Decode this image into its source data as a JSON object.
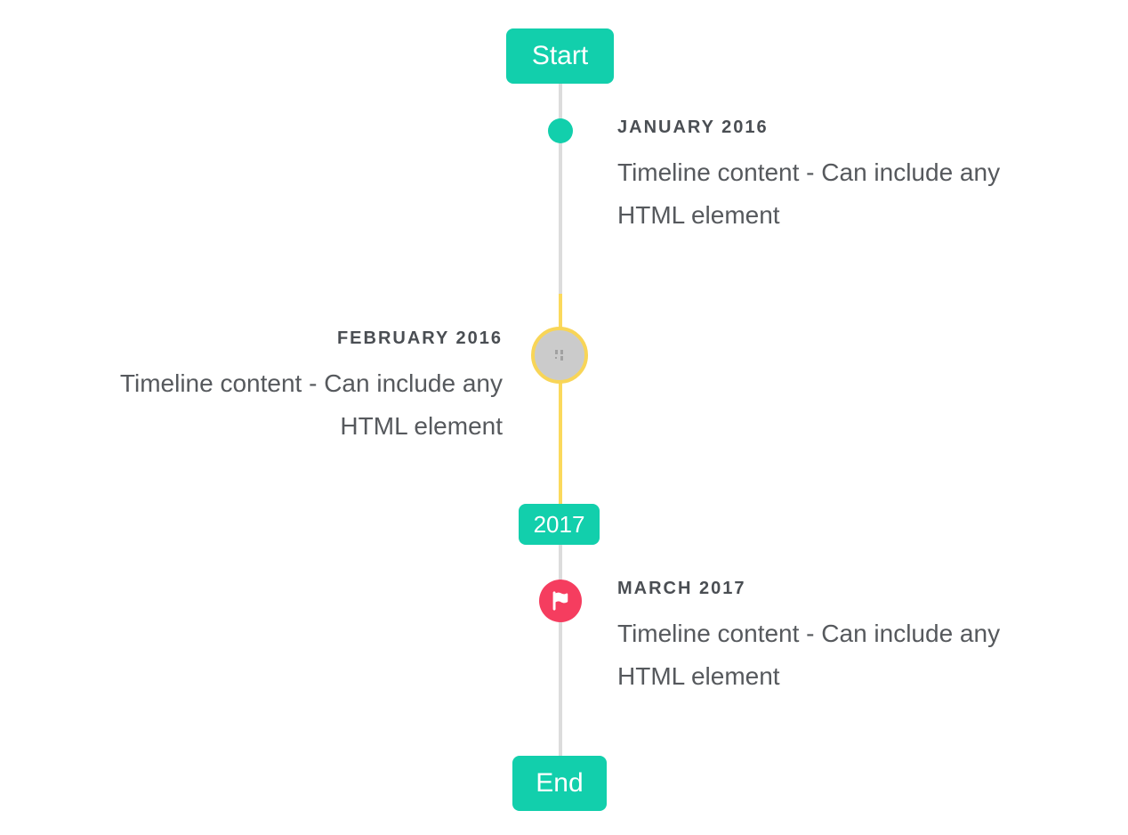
{
  "timeline": {
    "start_badge": "Start",
    "year_badge": "2017",
    "end_badge": "End",
    "items": [
      {
        "title": "JANUARY 2016",
        "content_line1": "Timeline content - Can include any",
        "content_line2": "HTML element",
        "side": "right",
        "marker": "teal-dot"
      },
      {
        "title": "FEBRUARY 2016",
        "content_line1": "Timeline content - Can include any",
        "content_line2": "HTML element",
        "side": "left",
        "marker": "yellow-circle-with-broken-image"
      },
      {
        "title": "MARCH 2017",
        "content_line1": "Timeline content - Can include any",
        "content_line2": "HTML element",
        "side": "right",
        "marker": "red-flag-circle"
      }
    ],
    "colors": {
      "accent_teal": "#12cfac",
      "highlight_yellow": "#fbd95c",
      "line_gray": "#dcdcdc",
      "marker_gray_fill": "#cbcbcb",
      "marker_red": "#f53d5f",
      "title_text": "#4a4e53",
      "content_text": "#56595d"
    }
  }
}
